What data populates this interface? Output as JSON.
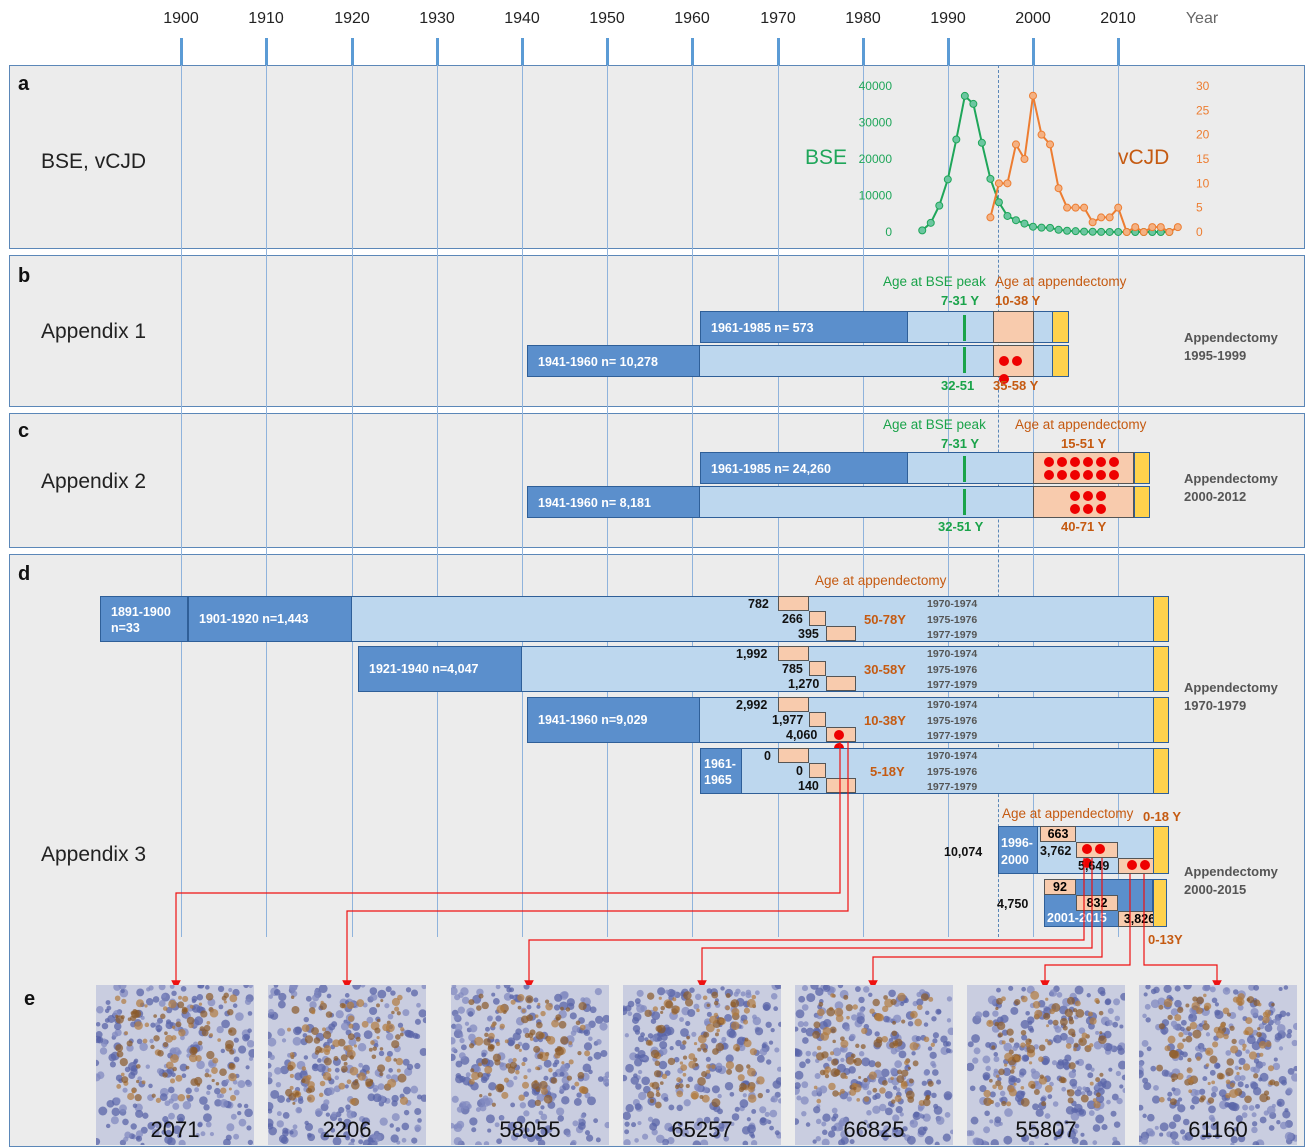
{
  "axis": {
    "years": [
      "1900",
      "1910",
      "1920",
      "1930",
      "1940",
      "1950",
      "1960",
      "1970",
      "1980",
      "1990",
      "2000",
      "2010"
    ],
    "year_label": "Year"
  },
  "panel_a": {
    "label": "a",
    "title": "BSE, vCJD",
    "bse_label": "BSE",
    "vcjd_label": "vCJD",
    "left_ticks": [
      "40000",
      "30000",
      "20000",
      "10000",
      "0"
    ],
    "right_ticks": [
      "30",
      "25",
      "20",
      "15",
      "10",
      "5",
      "0"
    ],
    "colors": {
      "bse": "#1fa65a",
      "vcjd": "#ed7d31"
    },
    "chart_data": {
      "type": "line",
      "x": [
        1987,
        1988,
        1989,
        1990,
        1991,
        1992,
        1993,
        1994,
        1995,
        1996,
        1997,
        1998,
        1999,
        2000,
        2001,
        2002,
        2003,
        2004,
        2005,
        2006,
        2007,
        2008,
        2009,
        2010,
        2011,
        2012,
        2013,
        2014,
        2015,
        2016
      ],
      "series": [
        {
          "name": "BSE",
          "axis": "left",
          "values": [
            446,
            2514,
            7228,
            14407,
            25359,
            37280,
            35090,
            24438,
            14562,
            8149,
            4393,
            3235,
            2301,
            1443,
            1202,
            1144,
            611,
            343,
            225,
            114,
            67,
            37,
            12,
            11,
            7,
            3,
            3,
            1,
            2,
            0
          ]
        },
        {
          "name": "vCJD",
          "axis": "right",
          "x": [
            1995,
            1996,
            1997,
            1998,
            1999,
            2000,
            2001,
            2002,
            2003,
            2004,
            2005,
            2006,
            2007,
            2008,
            2009,
            2010,
            2011,
            2012,
            2013,
            2014,
            2015,
            2016,
            2017
          ],
          "values": [
            3,
            10,
            10,
            18,
            15,
            28,
            20,
            18,
            9,
            5,
            5,
            5,
            2,
            3,
            3,
            5,
            0,
            1,
            0,
            1,
            1,
            0,
            1
          ]
        }
      ],
      "ylim_left": [
        0,
        40000
      ],
      "ylim_right": [
        0,
        30
      ]
    }
  },
  "panel_b": {
    "label": "b",
    "title": "Appendix 1",
    "head_green": "Age at BSE peak",
    "head_orange": "Age at appendectomy",
    "top_green": "7-31 Y",
    "top_orange": "10-38 Y",
    "bot_green": "32-51",
    "bot_orange": "35-58 Y",
    "cohort1": "1961-1985 n= 573",
    "cohort2": "1941-1960 n= 10,278",
    "side1": "Appendectomy",
    "side2": "1995-1999"
  },
  "panel_c": {
    "label": "c",
    "title": "Appendix 2",
    "head_green": "Age at BSE peak",
    "head_orange": "Age at appendectomy",
    "top_green": "7-31 Y",
    "top_orange": "15-51 Y",
    "bot_green": "32-51 Y",
    "bot_orange": "40-71 Y",
    "cohort1": "1961-1985 n= 24,260",
    "cohort2": "1941-1960 n= 8,181",
    "side1": "Appendectomy",
    "side2": "2000-2012"
  },
  "panel_d": {
    "label": "d",
    "title": "Appendix 3",
    "head_orange": "Age at appendectomy",
    "head_orange2": "Age at appendectomy",
    "c1a": "1891-1900",
    "c1b": "n=33",
    "c2": "1901-1920 n=1,443",
    "c3": "1921-1940 n=4,047",
    "c4": "1941-1960 n=9,029",
    "c5a": "1961-",
    "c5b": "1965",
    "c6a": "1996-",
    "c6b": "2000",
    "c7": "2001-2015",
    "n1": [
      "782",
      "266",
      "395"
    ],
    "n2": [
      "1,992",
      "785",
      "1,270"
    ],
    "n3": [
      "2,992",
      "1,977",
      "4,060"
    ],
    "n4": [
      "0",
      "0",
      "140"
    ],
    "yrs": [
      "1970-1974",
      "1975-1976",
      "1977-1979"
    ],
    "age1": "50-78Y",
    "age2": "30-58Y",
    "age3": "10-38Y",
    "age4": "5-18Y",
    "age5": "0-18 Y",
    "age6": "0-13Y",
    "total6": "10,074",
    "n6": [
      "663",
      "3,762",
      "5,649"
    ],
    "total7": "4,750",
    "n7": [
      "92",
      "832",
      "3,826"
    ],
    "side1": "Appendectomy",
    "side2": "1970-1979",
    "side3": "Appendectomy",
    "side4": "2000-2015"
  },
  "panel_e": {
    "label": "e",
    "images": [
      "2071",
      "2206",
      "58055",
      "65257",
      "66825",
      "55807",
      "61160"
    ]
  }
}
